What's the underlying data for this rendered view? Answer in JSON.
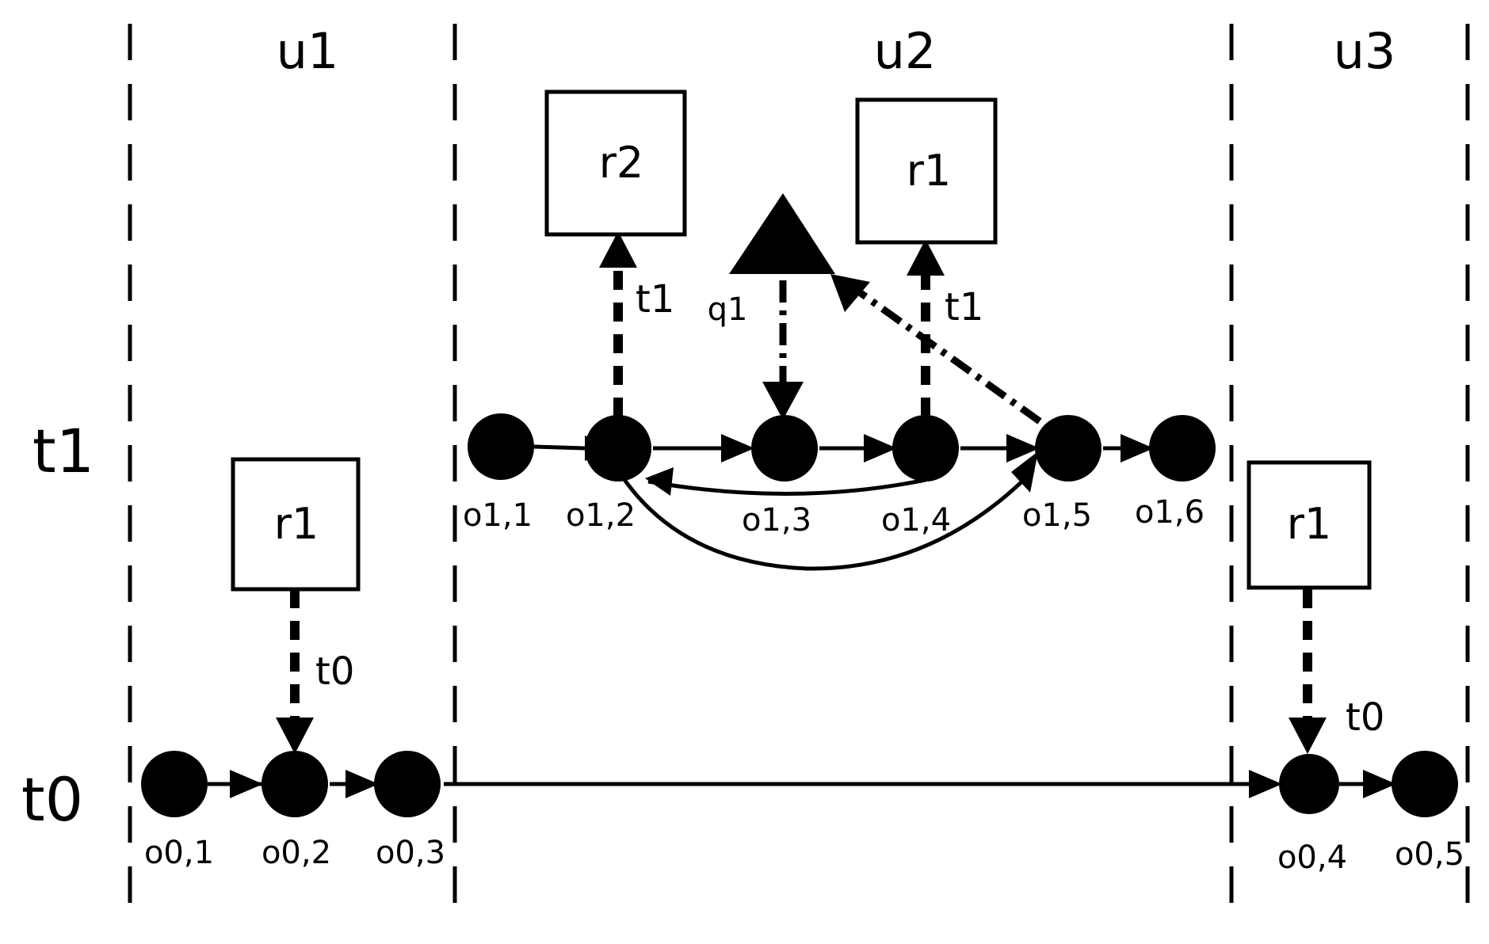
{
  "colors": {
    "ink": "#000000",
    "paper": "#ffffff"
  },
  "lanes": [
    {
      "id": "u1",
      "label": "u1"
    },
    {
      "id": "u2",
      "label": "u2"
    },
    {
      "id": "u3",
      "label": "u3"
    }
  ],
  "time_levels": [
    {
      "id": "t1",
      "label": "t1"
    },
    {
      "id": "t0",
      "label": "t0"
    }
  ],
  "nodes": [
    {
      "id": "o1,1",
      "label": "o1,1"
    },
    {
      "id": "o1,2",
      "label": "o1,2"
    },
    {
      "id": "o1,3",
      "label": "o1,3"
    },
    {
      "id": "o1,4",
      "label": "o1,4"
    },
    {
      "id": "o1,5",
      "label": "o1,5"
    },
    {
      "id": "o1,6",
      "label": "o1,6"
    },
    {
      "id": "o0,1",
      "label": "o0,1"
    },
    {
      "id": "o0,2",
      "label": "o0,2"
    },
    {
      "id": "o0,3",
      "label": "o0,3"
    },
    {
      "id": "o0,4",
      "label": "o0,4"
    },
    {
      "id": "o0,5",
      "label": "o0,5"
    }
  ],
  "resources": [
    {
      "id": "r2-u2",
      "label": "r2",
      "edge_label": "t1"
    },
    {
      "id": "r1-u2",
      "label": "r1",
      "edge_label": "t1"
    },
    {
      "id": "r1-u1",
      "label": "r1",
      "edge_label": "t0"
    },
    {
      "id": "r1-u3",
      "label": "r1",
      "edge_label": "t0"
    }
  ],
  "query": {
    "id": "q1",
    "label": "q1"
  }
}
